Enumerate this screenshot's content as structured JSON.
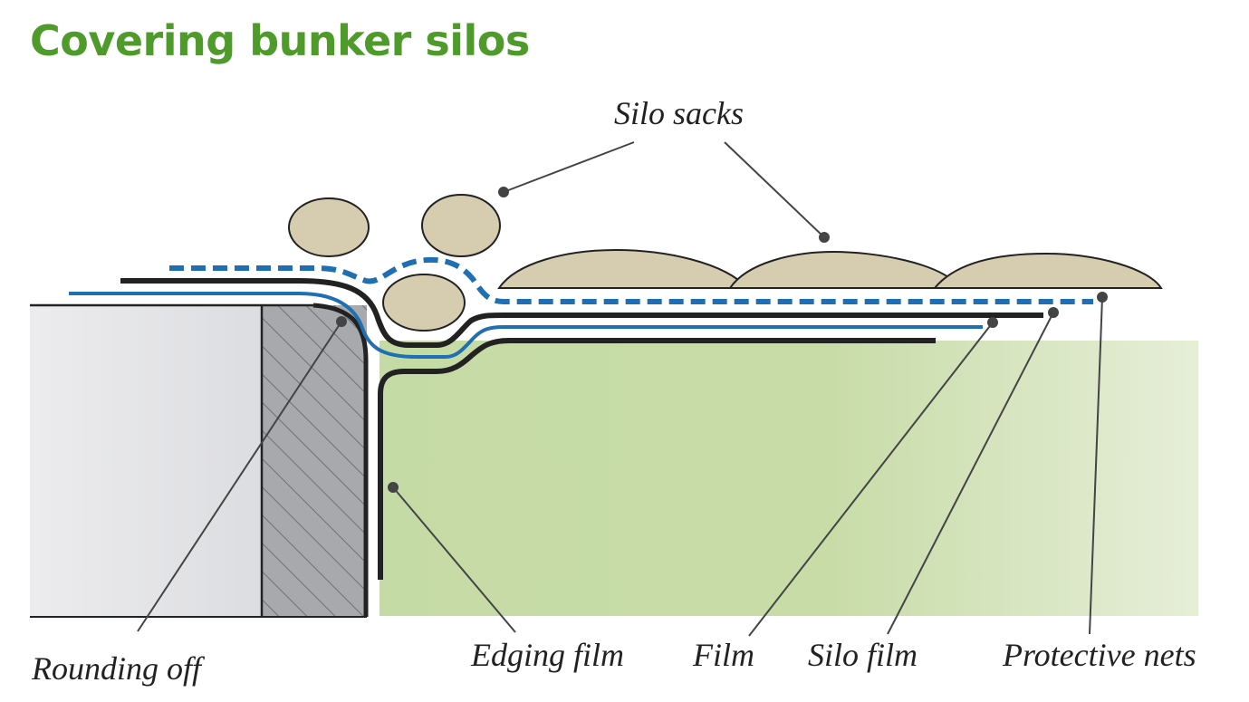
{
  "title": "Covering bunker silos",
  "labels": {
    "silo_sacks": "Silo sacks",
    "rounding_off": "Rounding off",
    "edging_film": "Edging film",
    "film": "Film",
    "silo_film": "Silo film",
    "protective_nets": "Protective nets"
  },
  "colors": {
    "title": "#4e9a2a",
    "silage": "#c5dba5",
    "wall": "#e1e2e4",
    "hatched_wall": "#a8a9ad",
    "sack": "#d6ccaf",
    "film": "#222222",
    "silo_film": "#1f6fb2",
    "net": "#1f6fb2"
  }
}
